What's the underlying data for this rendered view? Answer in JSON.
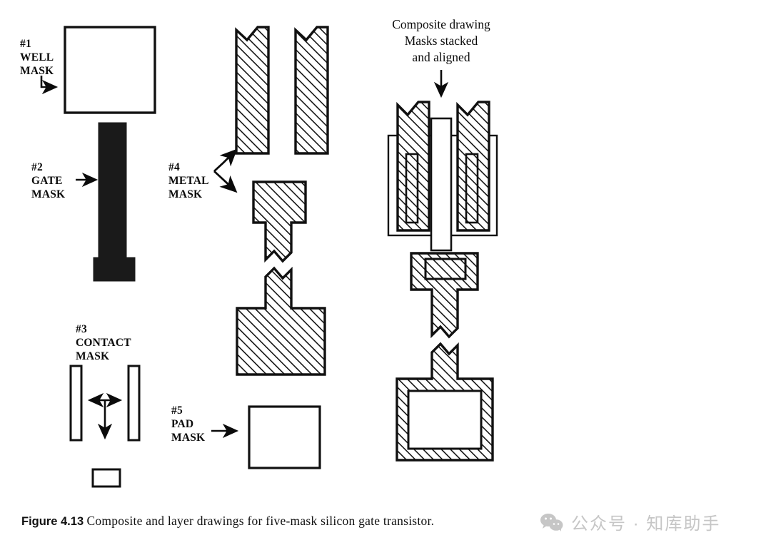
{
  "figure": {
    "number": "Figure 4.13",
    "caption": "Composite and layer drawings for five-mask silicon gate transistor.",
    "caption_line1": "Composite and layer drawings for five-mask silicon gate tran-",
    "caption_line2": "sistor."
  },
  "composite": {
    "heading_line1": "Composite drawing",
    "heading_line2": "Masks stacked",
    "heading_line3": "and aligned"
  },
  "masks": [
    {
      "id": "1",
      "number": "#1",
      "name_line1": "WELL",
      "name_line2": "MASK",
      "label": "#1 WELL MASK",
      "arrow": "elbow-right"
    },
    {
      "id": "2",
      "number": "#2",
      "name_line1": "GATE",
      "name_line2": "MASK",
      "label": "#2 GATE MASK",
      "arrow": "right"
    },
    {
      "id": "3",
      "number": "#3",
      "name_line1": "CONTACT",
      "name_line2": "MASK",
      "label": "#3 CONTACT MASK",
      "arrow": "tri-split"
    },
    {
      "id": "4",
      "number": "#4",
      "name_line1": "METAL",
      "name_line2": "MASK",
      "label": "#4 METAL MASK",
      "arrow": "branch-two"
    },
    {
      "id": "5",
      "number": "#5",
      "name_line1": "PAD",
      "name_line2": "MASK",
      "label": "#5 PAD MASK",
      "arrow": "right"
    }
  ],
  "colors": {
    "ink": "#111111",
    "fill_white": "#ffffff",
    "gate_solid": "#1a1a1a",
    "hatch": "#111111",
    "watermark": "#c6c6c6"
  },
  "watermark": {
    "text": "公众号 · 知库助手",
    "icon": "wechat-icon"
  }
}
